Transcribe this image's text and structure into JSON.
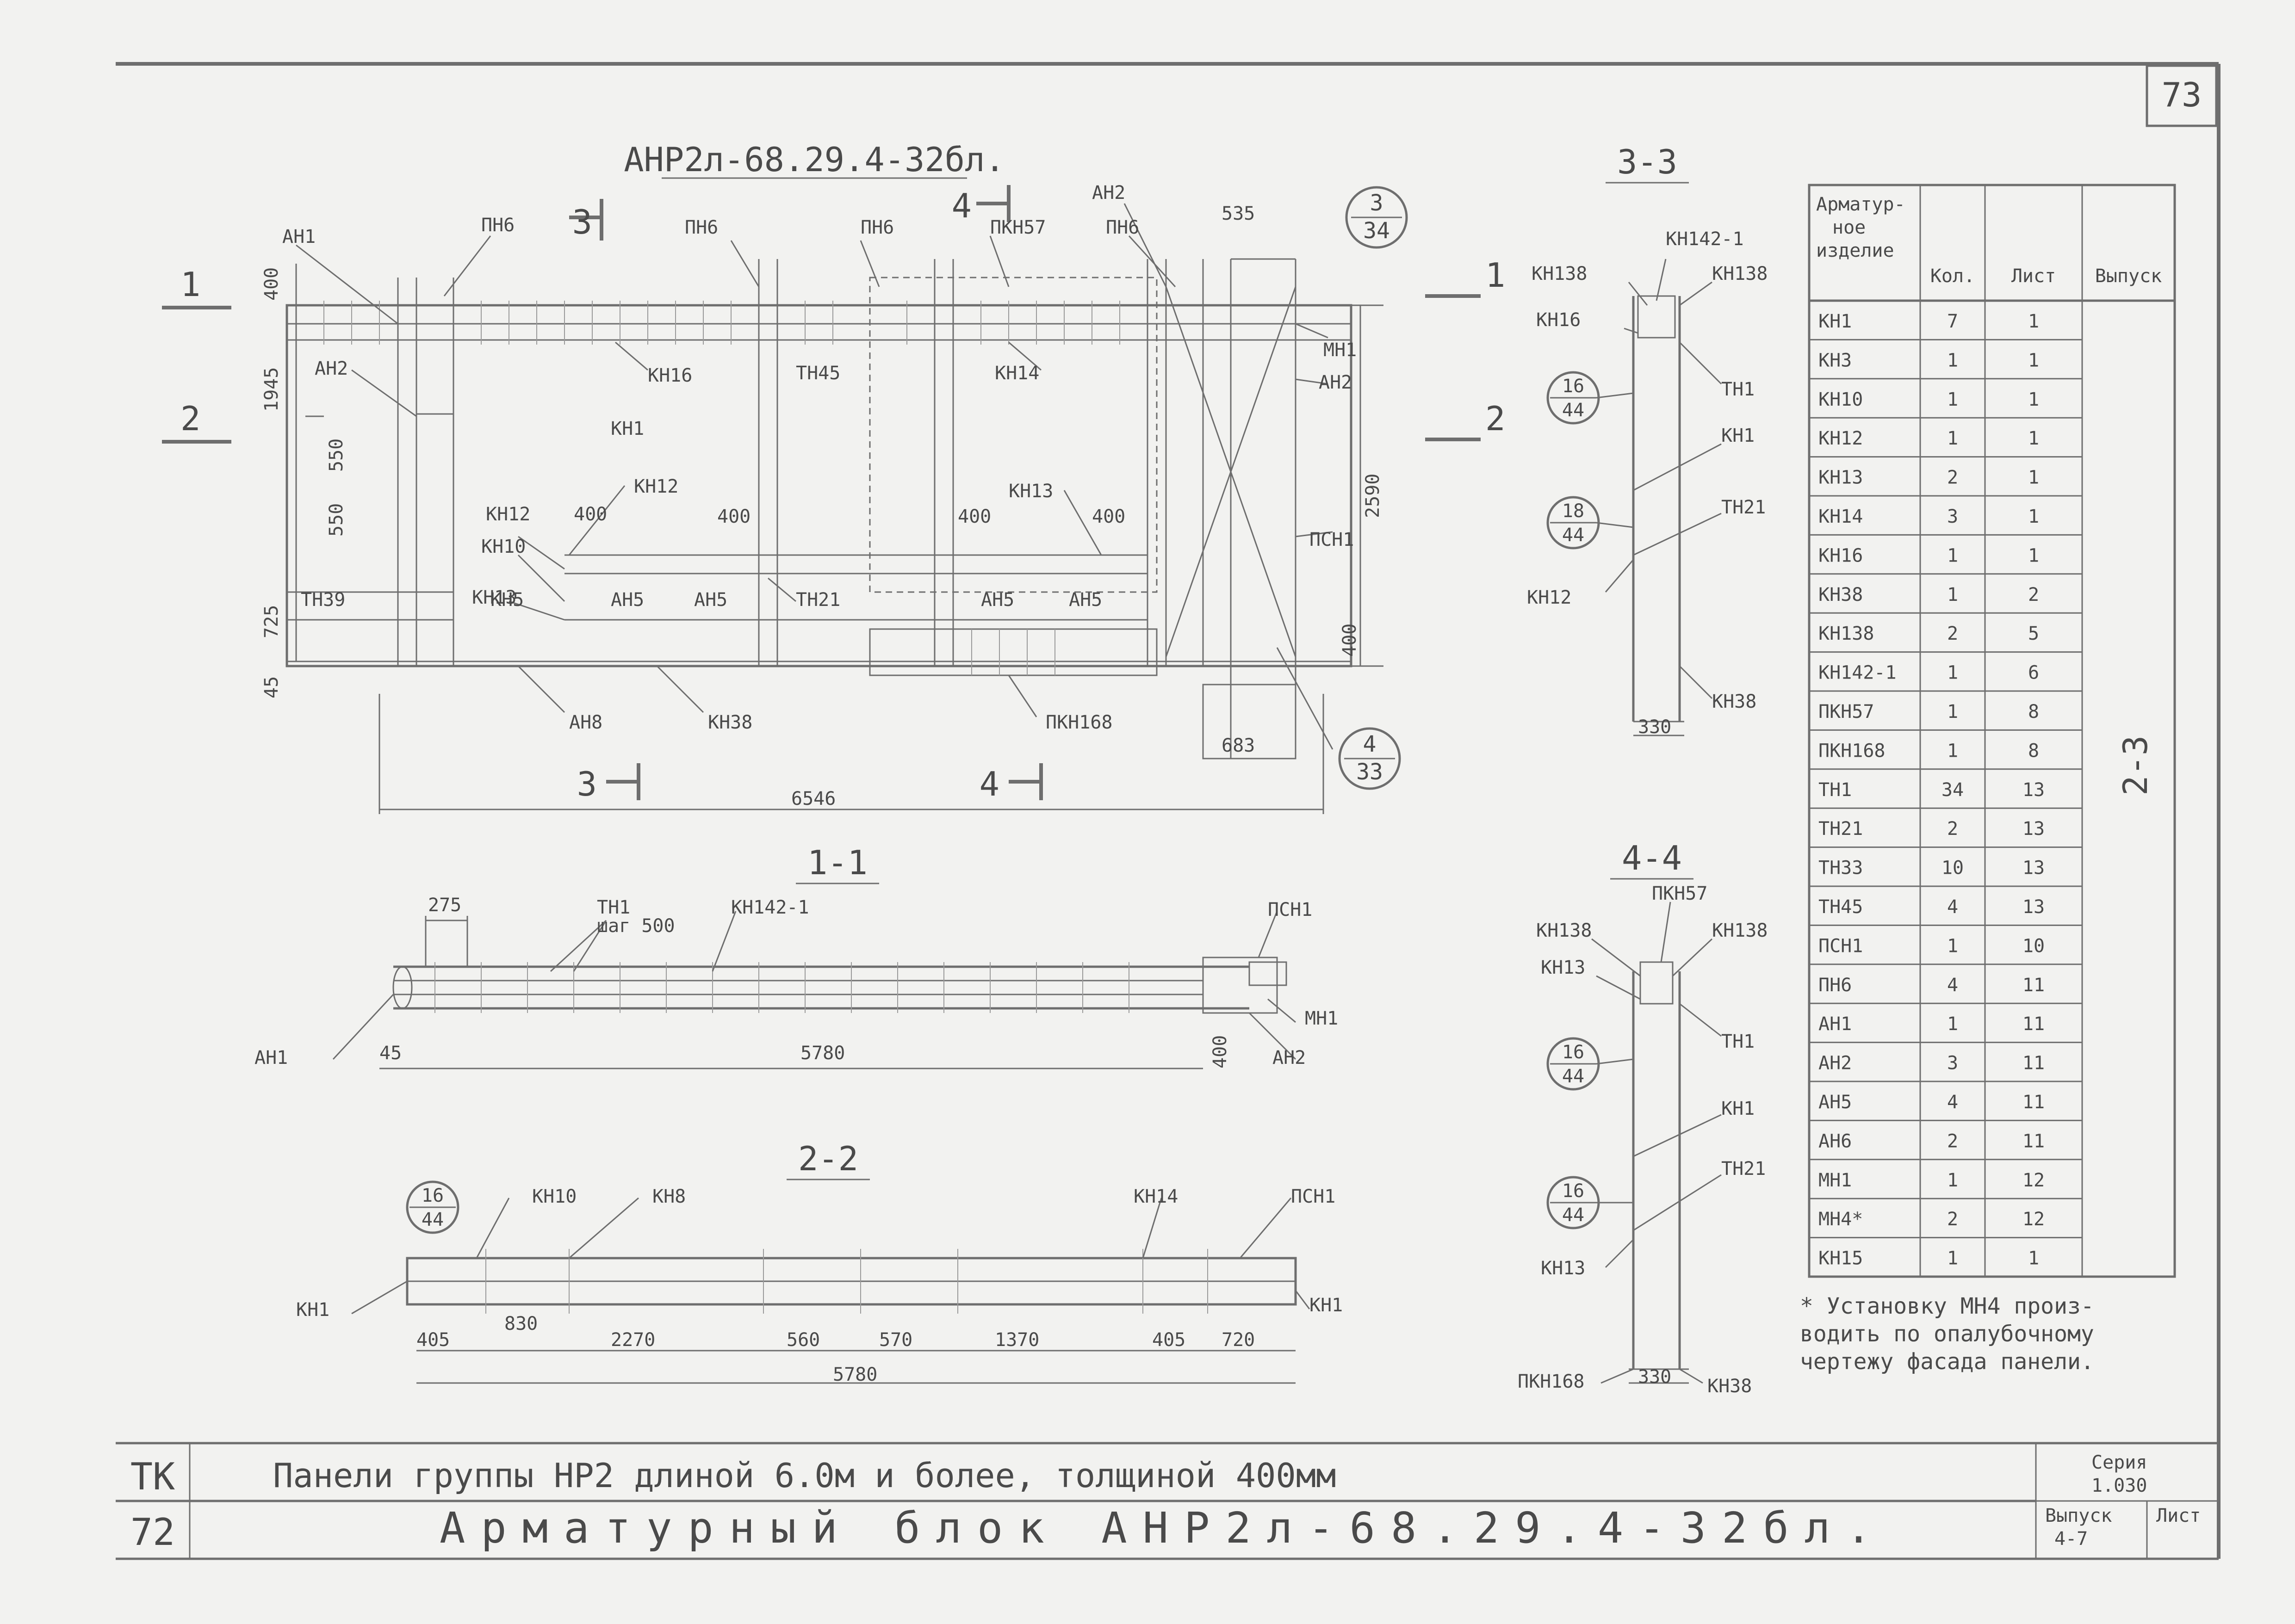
{
  "sheet": {
    "page_number": "73",
    "issue_vertical": "2-3"
  },
  "main_view": {
    "title": "АНР2л-68.29.4-32бл.",
    "labels": [
      "АН1",
      "ПН6",
      "ПН6",
      "ПН6",
      "ПКН57",
      "АН2",
      "ПН6",
      "КН16",
      "ТН45",
      "КН14",
      "МН1",
      "АН2",
      "АН2",
      "КН1",
      "КН12",
      "КН12",
      "КН10",
      "КН13",
      "КН13",
      "ПСН1",
      "ТН39",
      "КН5",
      "АН5",
      "АН5",
      "ТН21",
      "АН5",
      "АН5",
      "АН8",
      "КН38",
      "ПКН168"
    ],
    "dims": [
      "1945",
      "550",
      "550",
      "725",
      "45",
      "400",
      "2590",
      "400",
      "400",
      "400",
      "400",
      "535",
      "683",
      "400",
      "6546"
    ],
    "sections": [
      "3",
      "3",
      "4",
      "4",
      "1",
      "2"
    ],
    "callouts": [
      {
        "top": "3",
        "bottom": "34"
      },
      {
        "top": "4",
        "bottom": "33"
      }
    ]
  },
  "section_33": {
    "title": "3-3",
    "labels": [
      "КН138",
      "КН142-1",
      "КН138",
      "КН16",
      "ТН1",
      "КН1",
      "ТН21",
      "КН12",
      "КН38"
    ],
    "dims": [
      "330"
    ],
    "section_marks": [
      "1",
      "2"
    ],
    "callouts": [
      {
        "top": "16",
        "bottom": "44"
      },
      {
        "top": "18",
        "bottom": "44"
      }
    ]
  },
  "section_11": {
    "title": "1-1",
    "labels": [
      "ТН1",
      "шаг 500",
      "КН142-1",
      "ПСН1",
      "МН1",
      "АН2",
      "АН1"
    ],
    "dims": [
      "275",
      "45",
      "5780",
      "400"
    ]
  },
  "section_22": {
    "title": "2-2",
    "labels": [
      "КН10",
      "КН8",
      "КН14",
      "ПСН1",
      "КН1",
      "КН1"
    ],
    "dims": [
      "405",
      "830",
      "2270",
      "560",
      "570",
      "1370",
      "405",
      "720",
      "5780"
    ],
    "callouts": [
      {
        "top": "16",
        "bottom": "44"
      }
    ]
  },
  "section_44": {
    "title": "4-4",
    "labels": [
      "ПКН57",
      "КН138",
      "КН138",
      "КН13",
      "ТН1",
      "КН1",
      "ТН21",
      "КН13",
      "ПКН168",
      "КН38"
    ],
    "dims": [
      "330"
    ],
    "callouts": [
      {
        "top": "16",
        "bottom": "44"
      },
      {
        "top": "16",
        "bottom": "44"
      }
    ]
  },
  "spec_table": {
    "headers": [
      "Арматур-ное изделие",
      "Кол.",
      "Лист",
      "Выпуск"
    ],
    "rows": [
      [
        "КН1",
        "7",
        "1"
      ],
      [
        "КН3",
        "1",
        "1"
      ],
      [
        "КН10",
        "1",
        "1"
      ],
      [
        "КН12",
        "1",
        "1"
      ],
      [
        "КН13",
        "2",
        "1"
      ],
      [
        "КН14",
        "3",
        "1"
      ],
      [
        "КН16",
        "1",
        "1"
      ],
      [
        "КН38",
        "1",
        "2"
      ],
      [
        "КН138",
        "2",
        "5"
      ],
      [
        "КН142-1",
        "1",
        "6"
      ],
      [
        "ПКН57",
        "1",
        "8"
      ],
      [
        "ПКН168",
        "1",
        "8"
      ],
      [
        "ТН1",
        "34",
        "13"
      ],
      [
        "ТН21",
        "2",
        "13"
      ],
      [
        "ТН33",
        "10",
        "13"
      ],
      [
        "ТН45",
        "4",
        "13"
      ],
      [
        "ПСН1",
        "1",
        "10"
      ],
      [
        "ПН6",
        "4",
        "11"
      ],
      [
        "АН1",
        "1",
        "11"
      ],
      [
        "АН2",
        "3",
        "11"
      ],
      [
        "АН5",
        "4",
        "11"
      ],
      [
        "АН6",
        "2",
        "11"
      ],
      [
        "МН1",
        "1",
        "12"
      ],
      [
        "МН4*",
        "2",
        "12"
      ],
      [
        "КН15",
        "1",
        "1"
      ]
    ]
  },
  "footnote": [
    "* Установку МН4 произ-",
    "водить по опалубочному",
    "чертежу фасада панели."
  ],
  "title_block": {
    "stamp_top": "ТК",
    "stamp_bottom": "72",
    "line1": "Панели группы НР2 длиной 6.0м и более, толщиной 400мм",
    "line2": "Арматурный блок АНР2л-68.29.4-32бл.",
    "series_label": "Серия",
    "series_value": "1.030",
    "issue_label": "Выпуск",
    "issue_value": "4-7",
    "sheet_label": "Лист"
  }
}
